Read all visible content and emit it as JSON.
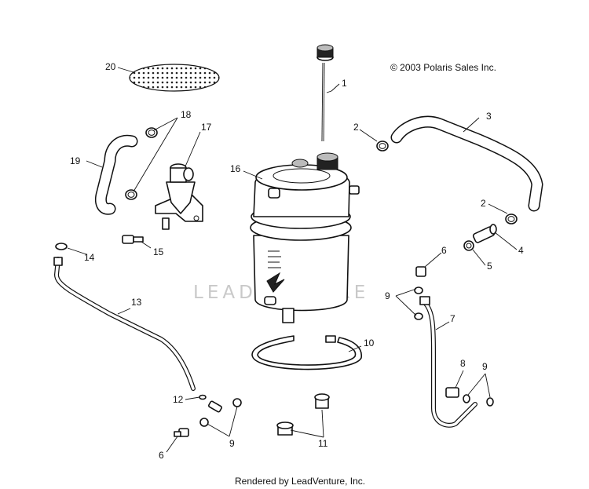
{
  "copyright": "© 2003 Polaris Sales Inc.",
  "footer": "Rendered by LeadVenture, Inc.",
  "watermark": "LEADVENTURE",
  "callouts": {
    "c1": "1",
    "c2a": "2",
    "c2b": "2",
    "c3": "3",
    "c4": "4",
    "c5": "5",
    "c6a": "6",
    "c6b": "6",
    "c7": "7",
    "c8": "8",
    "c9a": "9",
    "c9b": "9",
    "c9c": "9",
    "c10": "10",
    "c11": "11",
    "c12": "12",
    "c13": "13",
    "c14": "14",
    "c15": "15",
    "c16": "16",
    "c17": "17",
    "c18": "18",
    "c19": "19",
    "c20": "20"
  }
}
